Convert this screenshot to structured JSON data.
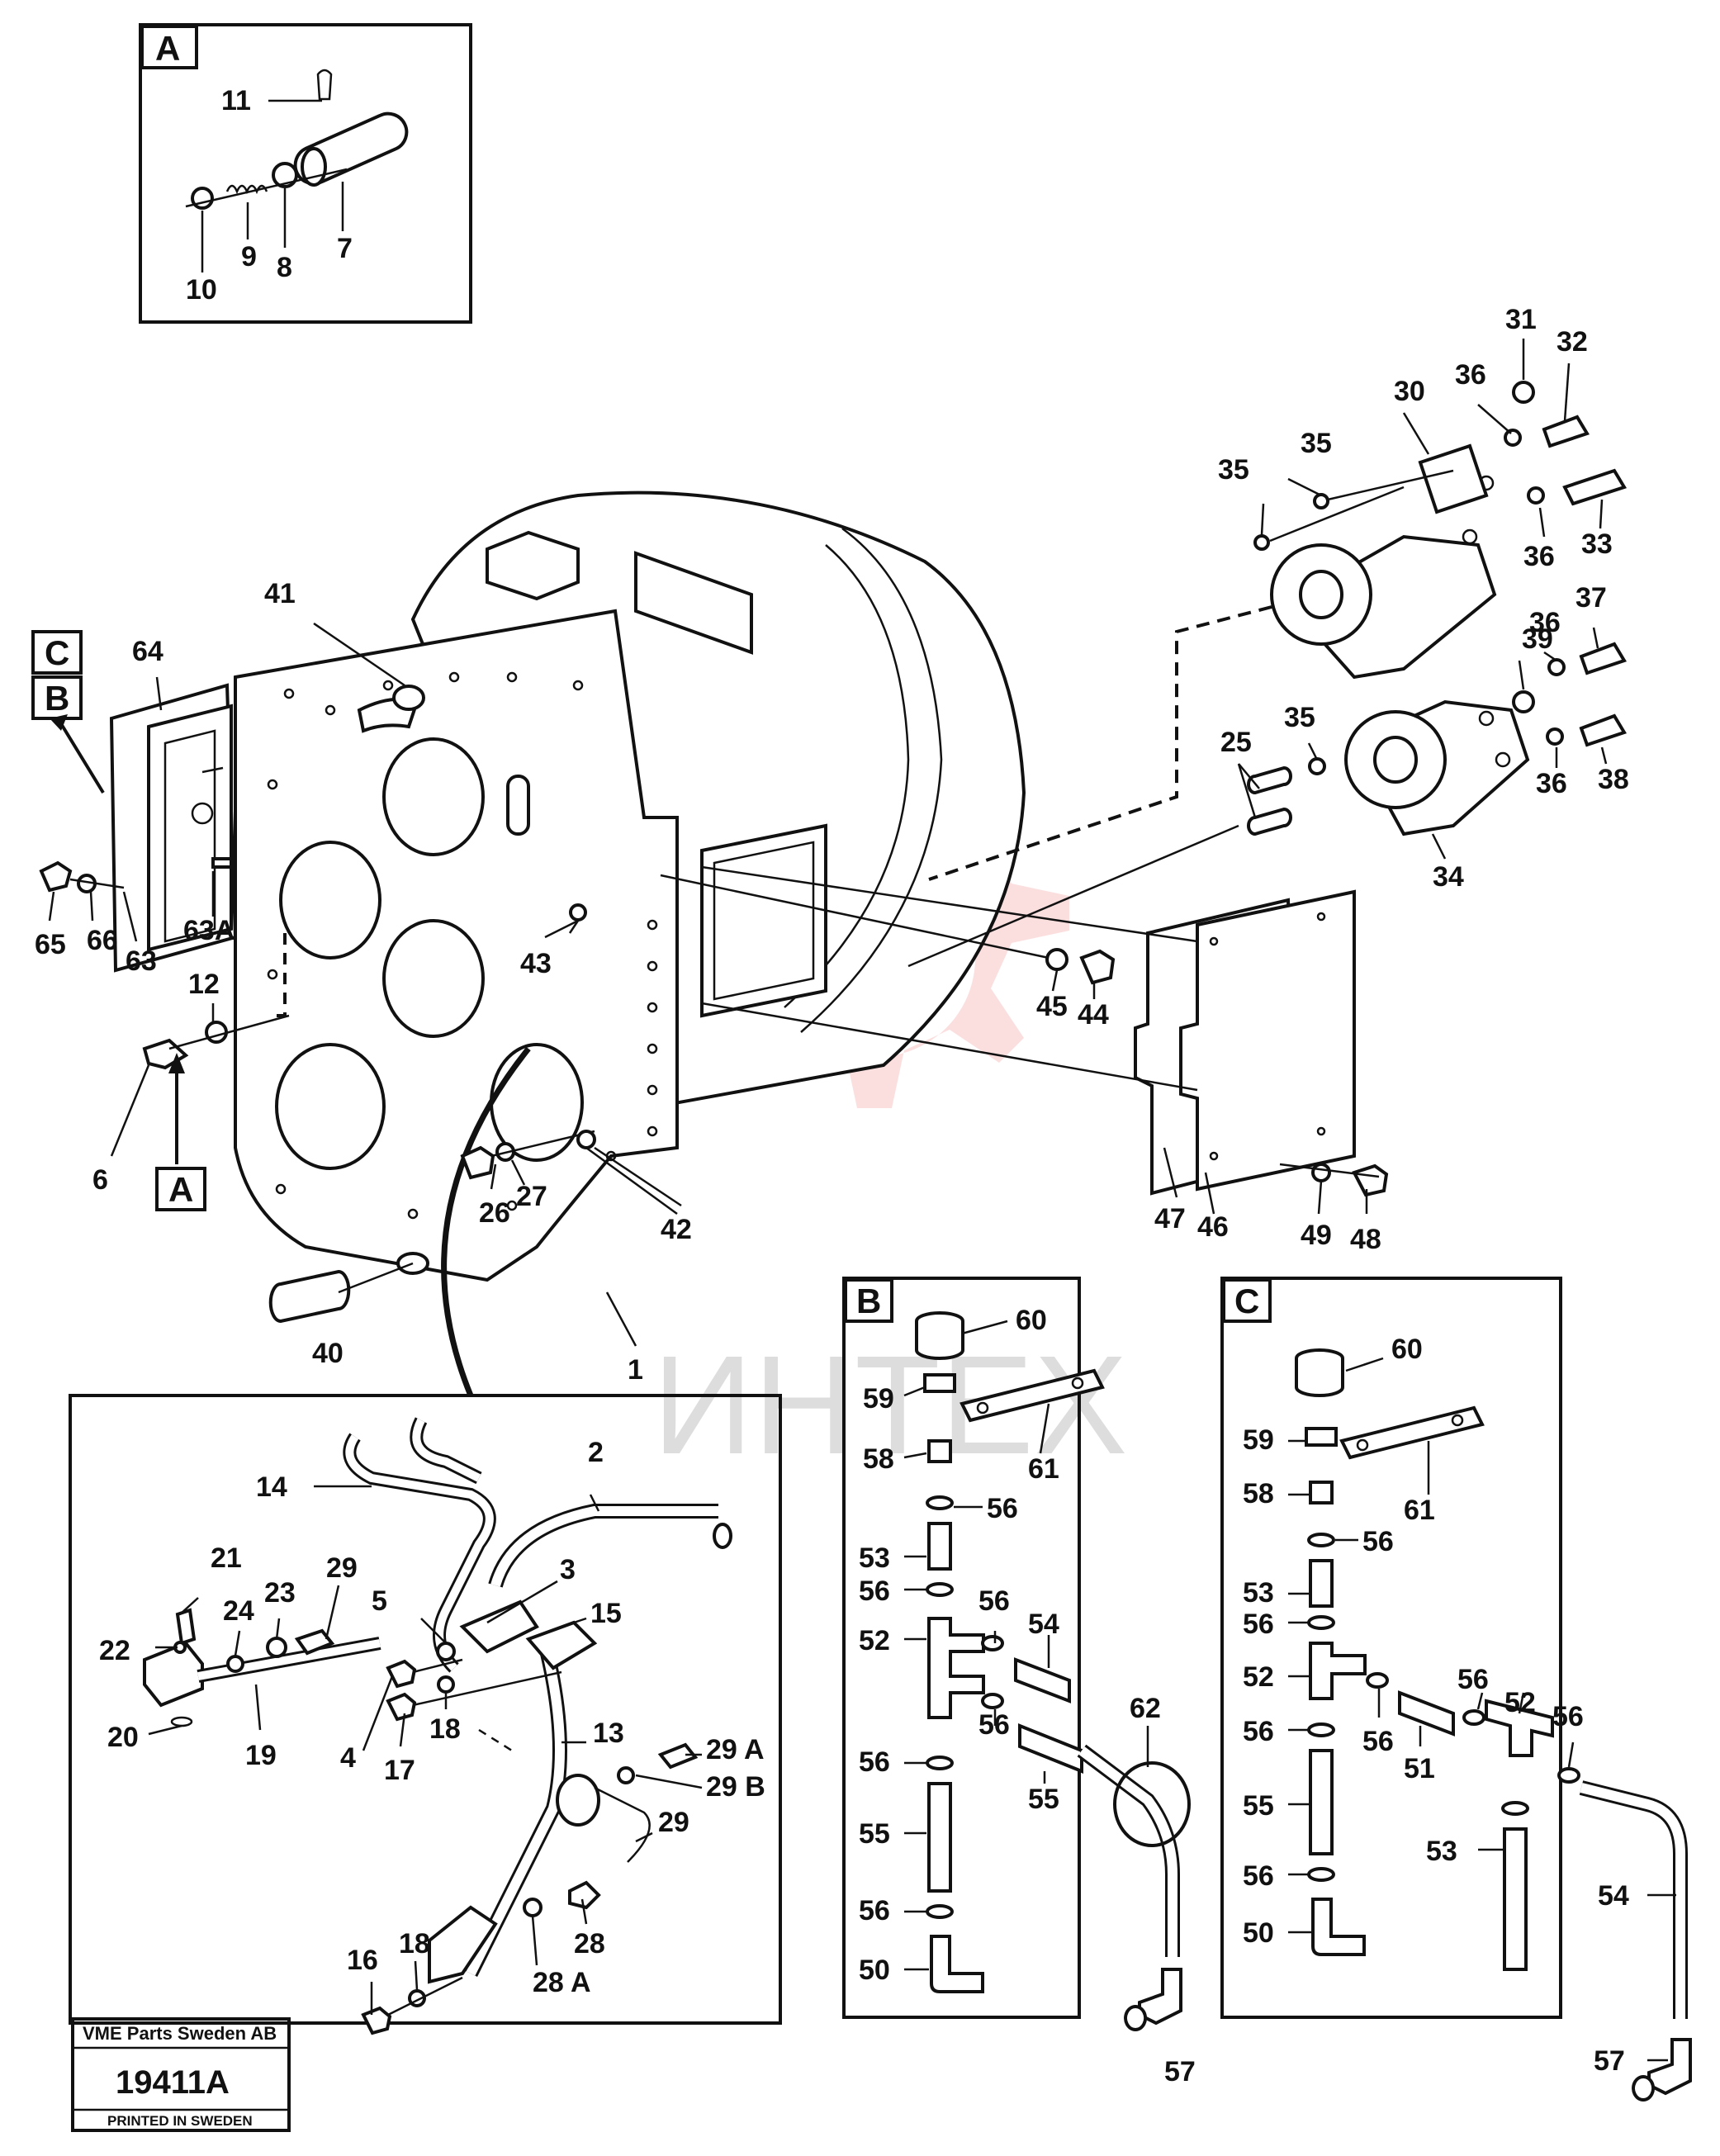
{
  "sections": {
    "a": "A",
    "b": "B",
    "c": "C"
  },
  "labels": {
    "p1": "1",
    "p2": "2",
    "p3": "3",
    "p4": "4",
    "p5": "5",
    "p6": "6",
    "p7": "7",
    "p8": "8",
    "p9": "9",
    "p10": "10",
    "p11": "11",
    "p12": "12",
    "p13": "13",
    "p14": "14",
    "p15": "15",
    "p16": "16",
    "p17": "17",
    "p18": "18",
    "p19": "19",
    "p20": "20",
    "p21": "21",
    "p22": "22",
    "p23": "23",
    "p24": "24",
    "p25": "25",
    "p26": "26",
    "p27": "27",
    "p28": "28",
    "p28a": "28 A",
    "p29": "29",
    "p29a": "29 A",
    "p29b": "29 B",
    "p30": "30",
    "p31": "31",
    "p32": "32",
    "p33": "33",
    "p34": "34",
    "p35": "35",
    "p36": "36",
    "p37": "37",
    "p38": "38",
    "p39": "39",
    "p40": "40",
    "p41": "41",
    "p42": "42",
    "p43": "43",
    "p44": "44",
    "p45": "45",
    "p46": "46",
    "p47": "47",
    "p48": "48",
    "p49": "49",
    "p50": "50",
    "p51": "51",
    "p52": "52",
    "p53": "53",
    "p54": "54",
    "p55": "55",
    "p56": "56",
    "p57": "57",
    "p58": "58",
    "p59": "59",
    "p60": "60",
    "p61": "61",
    "p62": "62",
    "p63": "63",
    "p63a": "63A",
    "p64": "64",
    "p65": "65",
    "p66": "66"
  },
  "stamp": {
    "company": "VME Parts Sweden AB",
    "number": "19411A",
    "footer": "PRINTED IN SWEDEN"
  },
  "watermark": {
    "text": "ИНТЕХ"
  },
  "colors": {
    "ink": "#111111",
    "watermark": "#e63b3b"
  }
}
